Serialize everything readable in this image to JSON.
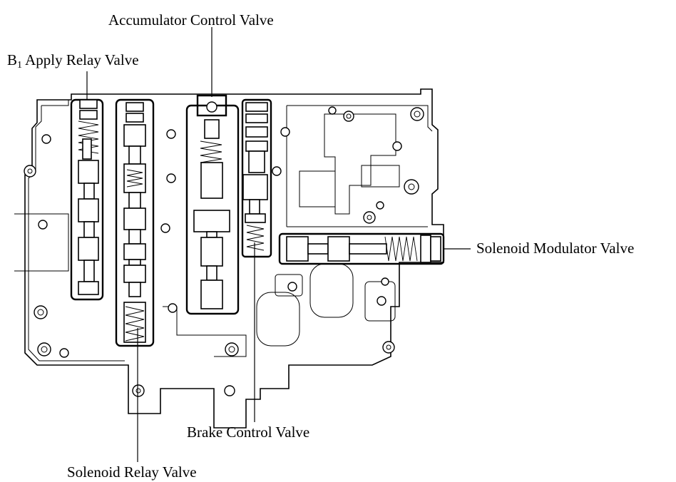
{
  "labels": {
    "accumulator": "Accumulator Control Valve",
    "b1_apply_prefix": "B",
    "b1_apply_sub": "1",
    "b1_apply_suffix": " Apply Relay Valve",
    "solenoid_modulator": "Solenoid Modulator Valve",
    "brake_control": "Brake Control Valve",
    "solenoid_relay": "Solenoid Relay Valve"
  }
}
